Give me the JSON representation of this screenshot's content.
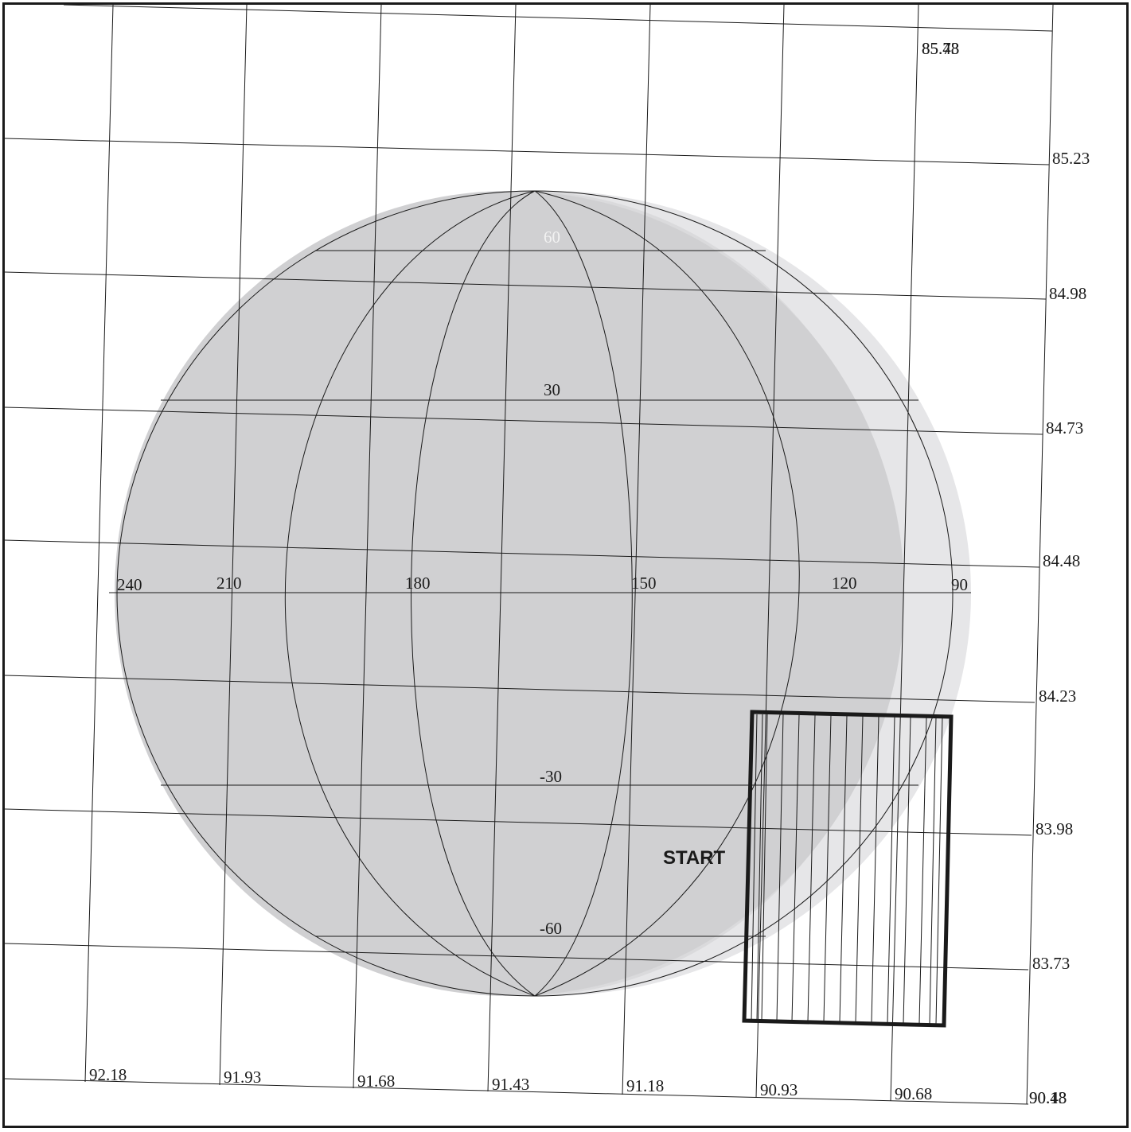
{
  "diagram": {
    "grid": {
      "x_labels": [
        "92.18",
        "91.93",
        "91.68",
        "91.43",
        "91.18",
        "90.93",
        "90.68",
        "90.43",
        "90.18"
      ],
      "y_labels": [
        "83.73",
        "83.98",
        "84.23",
        "84.48",
        "84.73",
        "84.98",
        "85.23",
        "85.48",
        "85.73"
      ]
    },
    "globe": {
      "longitude_labels": [
        "240",
        "210",
        "180",
        "150",
        "120",
        "90"
      ],
      "latitude_labels": [
        "60",
        "30",
        "-30",
        "-60"
      ]
    },
    "start_label": "START",
    "colors": {
      "frame": "#1a1a1a",
      "grid_line": "#1a1a1a",
      "disk_shadow": "#e6e6e8",
      "disk_mid": "#dadadc",
      "disk_front": "#d0d0d2",
      "scan_box": "#1a1a1a"
    }
  }
}
